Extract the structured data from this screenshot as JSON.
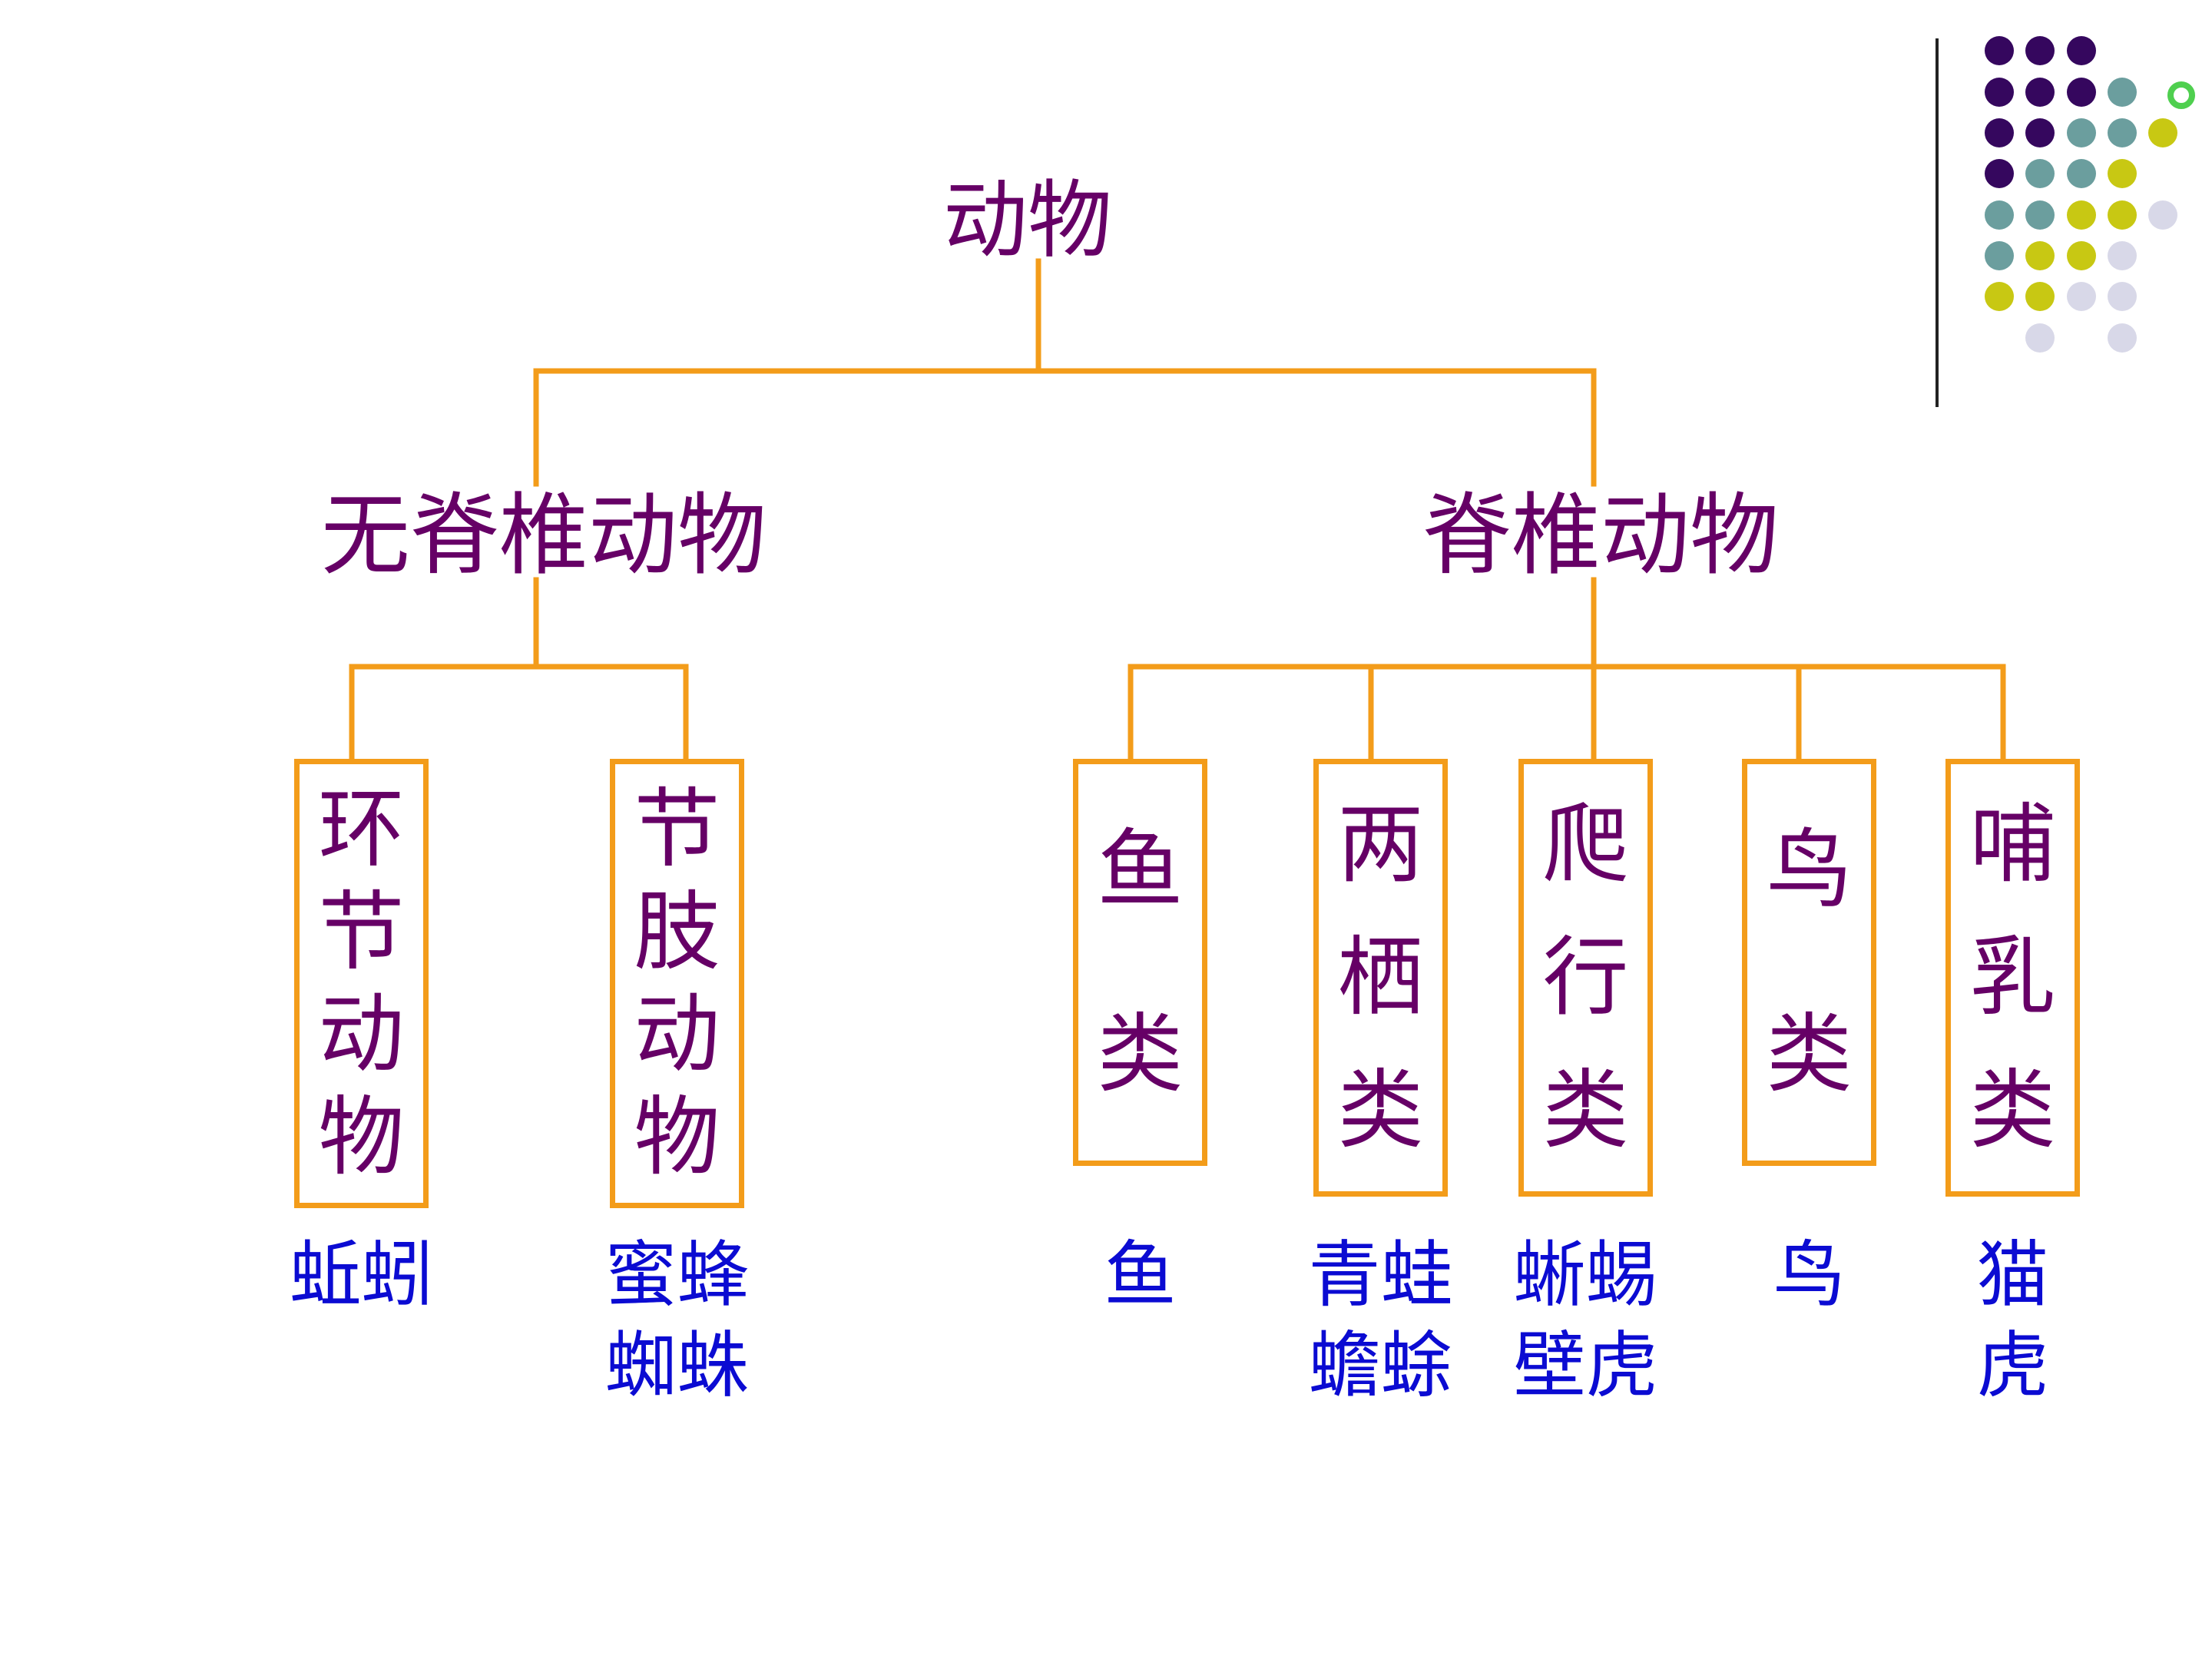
{
  "colors": {
    "connector": "#f39c1a",
    "node_text": "#660066",
    "example_text": "#0b0bd2",
    "dot_purple": "#35075e",
    "dot_teal": "#6b9e9e",
    "dot_yellow": "#c8c813",
    "dot_lavender": "#d8d8e8",
    "ring_green": "#4fcf4f"
  },
  "tree": {
    "root": "动物",
    "left": {
      "label": "无脊椎动物",
      "children": [
        {
          "label": "环节动物",
          "examples": [
            "蚯蚓"
          ]
        },
        {
          "label": "节肢动物",
          "examples": [
            "蜜蜂",
            "蜘蛛"
          ]
        }
      ]
    },
    "right": {
      "label": "脊椎动物",
      "children": [
        {
          "label": "鱼类",
          "examples": [
            "鱼"
          ]
        },
        {
          "label": "两栖类",
          "examples": [
            "青蛙",
            "蟾蜍"
          ]
        },
        {
          "label": "爬行类",
          "examples": [
            "蜥蜴",
            "壁虎"
          ]
        },
        {
          "label": "鸟类",
          "examples": [
            "鸟"
          ]
        },
        {
          "label": "哺乳类",
          "examples": [
            "猫",
            "虎"
          ]
        }
      ]
    }
  }
}
